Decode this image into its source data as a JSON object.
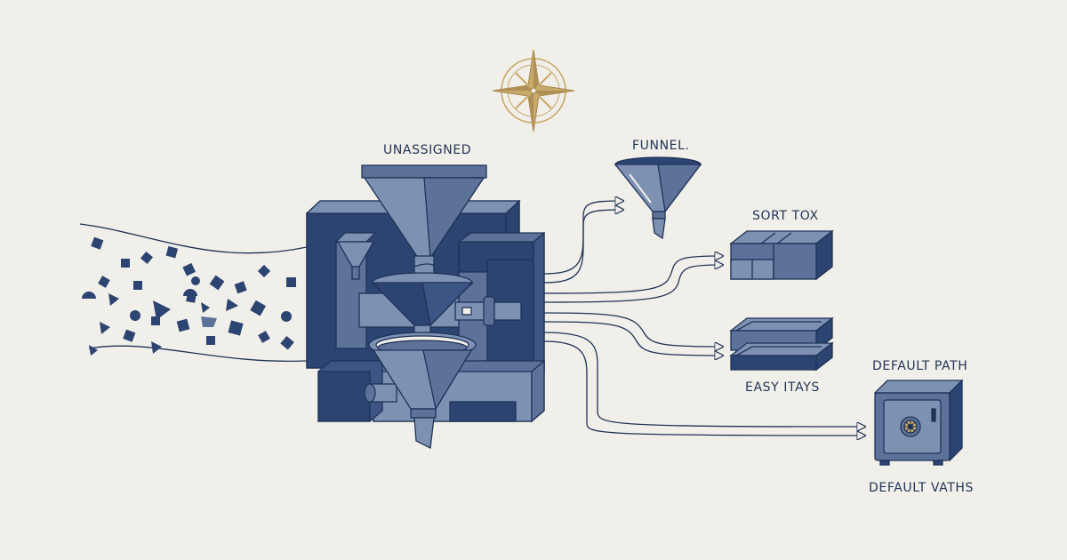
{
  "labels": {
    "unassigned": "UNASSIGNED",
    "funnel": "FUNNEL.",
    "sort_box": "SORT TOX",
    "easy_trays": "EASY ITAYS",
    "default_path": "DEFAULT PATH",
    "default_vaults": "DEFAULT VATHS"
  },
  "colors": {
    "background": "#f1efe9",
    "navy": "#2c4472",
    "slate": "#5c7299",
    "light_slate": "#7d91b3",
    "outline": "#1f3357",
    "gold": "#c9a86a"
  },
  "icons": {
    "top": "compass-rose-icon",
    "vault": "safe-icon"
  }
}
